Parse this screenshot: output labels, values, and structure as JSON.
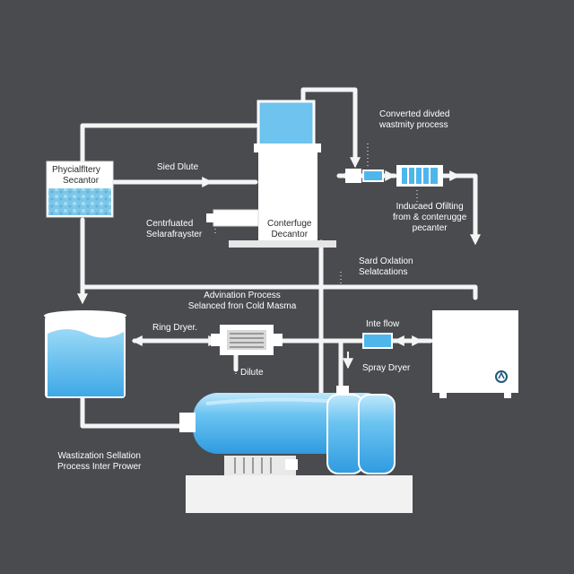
{
  "colors": {
    "background": "#4a4b4f",
    "pipe": "#f4f4f4",
    "water": "#4fb6ec",
    "water_light": "#8fd3f5",
    "equipment": "#ffffff"
  },
  "labels": {
    "converted_line1": "Converted divded",
    "converted_line2": "wastmity process",
    "phys_line1": "Phycialfltery",
    "phys_line2": "Secantor",
    "sied_dilute": "Sied Dlute",
    "centrifuged_line1": "Centrfuated",
    "centrifuged_line2": "Selarafrayster",
    "decanter_line1": "Conterfuge",
    "decanter_line2": "Decantor",
    "induced_line1": "Inducaed Ofilting",
    "induced_line2": "from & conterugge",
    "induced_line3": "pecanter",
    "sard_line1": "Sard Oxlation",
    "sard_line2": "Selatcations",
    "advination_line1": "Advination Process",
    "advination_line2": "Selanced fron Cold Masma",
    "ring_dryer": "Ring Dryer.",
    "dilute": "Dilute",
    "inte_flow": "Inte flow",
    "spray_dryer": "Spray Dryer",
    "waste_line1": "Wastization Sellation",
    "waste_line2": "Process Inter Prower"
  },
  "icons": {
    "box_badge": "recycle-icon"
  }
}
